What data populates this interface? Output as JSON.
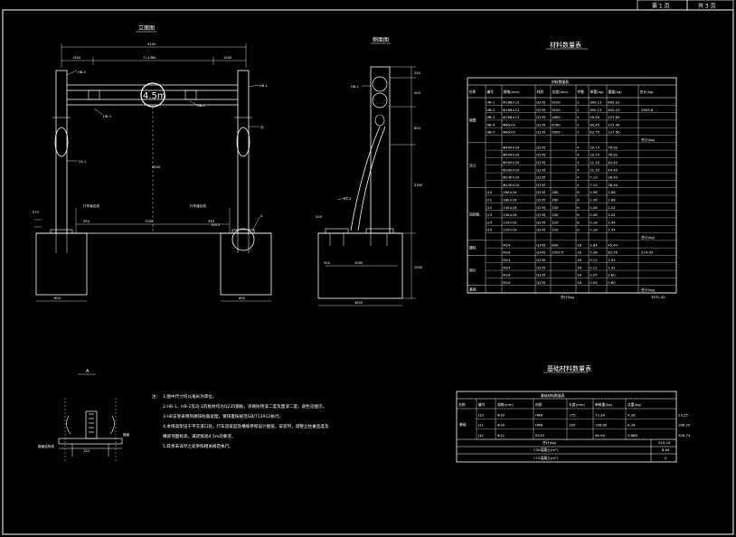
{
  "sheet": {
    "page_current": "第 1 页",
    "page_total": "共 3 页"
  },
  "views": {
    "front_title": "立面图",
    "side_title": "侧面图",
    "detail_title": "A",
    "table1_title": "材料数量表",
    "table2_title": "基础材料数量表"
  },
  "front": {
    "dim_total": "9100",
    "dim_left": "1500",
    "dim_mid": "7=1380",
    "dim_right": "1500",
    "clearance": "4.5m",
    "height": "4500",
    "road_width": "7500",
    "left_lane": "行车道边线",
    "right_lane": "行车道边线",
    "base_left": "600",
    "base_right": "600",
    "pad_left": "350",
    "pad_right": "350",
    "lbl_hb4": "HB-5",
    "lbl_hb3": "HB-3",
    "lbl_hb2": "HB-2",
    "lbl_hb1": "HB-1",
    "lbl_zj": "ZJ",
    "lbl_h1": "H1-1",
    "lbl_mark_a": "A",
    "lbl_left_small": "275",
    "lbl_right_small": "150.2"
  },
  "side": {
    "dim_top": "250",
    "dim_2": "500",
    "dim_3": "600",
    "dim_4": "3300",
    "dim_5": "2000",
    "dim_base": "2000",
    "dim_pad": "500",
    "dim_total": "3800",
    "dim_offset": "200",
    "lbl_hb1": "HB-1",
    "lbl_x1": "X1-3"
  },
  "detail": {
    "label_left": "路面结构线",
    "label_right": "路面",
    "dim_a": "120"
  },
  "notes": {
    "head": "注：",
    "lines": [
      "1.图中尺寸均以毫米为单位。",
      "2.HB-1、HB-2及ZJ-1的板材均为Q235钢板，涂刷防锈漆二度及面漆二度，颜色见图示。",
      "3.HB支架采用热镀锌防腐处理，镀锌量按规范GB/T13912执行。",
      "4.本限高架设于平交道口处，行车道宽度及横坡参照设计图纸。安装时，调整立柱垂直度及",
      "  横梁顶面标高，满足限高4.5m的要求。",
      "5.其余未详尽之处参照相关规范执行。"
    ]
  },
  "table1": {
    "headers": [
      "名称",
      "编号",
      "规格(mm)",
      "材质",
      "长度(mm)",
      "件数",
      "单重(kg)",
      "重量(kg)",
      "合计(kg)"
    ],
    "group_labels": [
      "钢管",
      "法兰",
      "加劲板",
      "螺栓",
      "垫片",
      "基础"
    ],
    "rows": [
      [
        "HB-1",
        "Φ168×12",
        "Q235",
        "9100",
        "2",
        "300.13",
        "600.22",
        ""
      ],
      [
        "HB-2",
        "Φ168×12",
        "Q235",
        "9100",
        "2",
        "300.13",
        "600.22",
        "2893.8"
      ],
      [
        "HB-3",
        "Φ168×12",
        "Q235",
        "1800",
        "4",
        "59.40",
        "237.60",
        ""
      ],
      [
        "HB-4",
        "Φ89×6",
        "Q235",
        "6780",
        "2",
        "86.45",
        "172.90",
        ""
      ],
      [
        "HB-5",
        "Φ89×6",
        "Q235",
        "5000",
        "2",
        "63.75",
        "127.50",
        ""
      ],
      [
        "",
        "",
        "",
        "",
        "",
        "",
        "",
        "合计(kg)"
      ],
      [
        "",
        "Φ400×20",
        "Q235",
        "",
        "4",
        "19.73",
        "78.92",
        ""
      ],
      [
        "",
        "Φ400×20",
        "Q235",
        "",
        "4",
        "19.73",
        "78.92",
        ""
      ],
      [
        "",
        "Φ300×20",
        "Q235",
        "",
        "4",
        "11.10",
        "44.40",
        ""
      ],
      [
        "",
        "Φ300×20",
        "Q235",
        "",
        "4",
        "11.10",
        "44.40",
        ""
      ],
      [
        "",
        "Φ240×20",
        "Q235",
        "",
        "4",
        "7.10",
        "28.40",
        ""
      ],
      [
        "",
        "Φ240×20",
        "Q235",
        "",
        "4",
        "7.10",
        "28.40",
        ""
      ],
      [
        "J10",
        "180×16",
        "Q235",
        "180",
        "8",
        "0.36",
        "2.88",
        ""
      ],
      [
        "J11",
        "180×16",
        "Q235",
        "180",
        "8",
        "0.36",
        "2.88",
        ""
      ],
      [
        "J12",
        "150×16",
        "Q235",
        "150",
        "8",
        "0.28",
        "2.24",
        ""
      ],
      [
        "J13",
        "150×16",
        "Q235",
        "150",
        "8",
        "0.28",
        "2.24",
        ""
      ],
      [
        "J14",
        "120×16",
        "Q235",
        "120",
        "8",
        "0.18",
        "1.44",
        ""
      ],
      [
        "J15",
        "120×16",
        "Q235",
        "120",
        "8",
        "0.18",
        "1.44",
        ""
      ],
      [
        "",
        "",
        "",
        "",
        "",
        "",
        "",
        "合计(kg)"
      ],
      [
        "",
        "M24",
        "Q345",
        "800",
        "16",
        "2.84",
        "45.44",
        ""
      ],
      [
        "",
        "M24",
        "Q345",
        "1507.5",
        "16",
        "5.36",
        "85.76",
        "214.05"
      ],
      [
        "",
        "M24",
        "Q235",
        "",
        "16",
        "0.12",
        "1.92",
        ""
      ],
      [
        "",
        "M24",
        "Q235",
        "",
        "16",
        "0.12",
        "1.92",
        ""
      ],
      [
        "",
        "M24",
        "Q235",
        "",
        "16",
        "0.05",
        "0.80",
        ""
      ],
      [
        "",
        "M24",
        "Q235",
        "",
        "16",
        "0.05",
        "0.80",
        ""
      ],
      [
        "",
        "",
        "",
        "",
        "",
        "",
        "",
        "合计(kg)"
      ]
    ],
    "total_label": "合计(kg)",
    "total_value": "3532.45"
  },
  "table2": {
    "caption": "基础材料数量表",
    "headers": [
      "名称",
      "编号",
      "规格(mm)",
      "材质",
      "长度(mm)",
      "单根重(kg)",
      "总重(kg)"
    ],
    "group_label": "基础",
    "rows": [
      [
        "J10",
        "Φ16",
        "HRB",
        "175",
        "73.36",
        "4.28",
        "23.25"
      ],
      [
        "J11",
        "Φ16",
        "HRB",
        "185",
        "196.80",
        "6.34",
        "186.25"
      ],
      [
        "J12",
        "Φ12",
        "R235",
        "",
        "96.56",
        "0.888",
        "309.74"
      ]
    ],
    "sum_label": "合计(kg)",
    "sum_value": "519.24",
    "c30_label": "C30混凝土(m³)",
    "c30_value": "8.64",
    "c15_label": "C15混凝土(m³)",
    "c15_value": "0"
  },
  "colors": {
    "background": "#000000",
    "line": "#ffffff",
    "highlight": "#ffff66"
  }
}
